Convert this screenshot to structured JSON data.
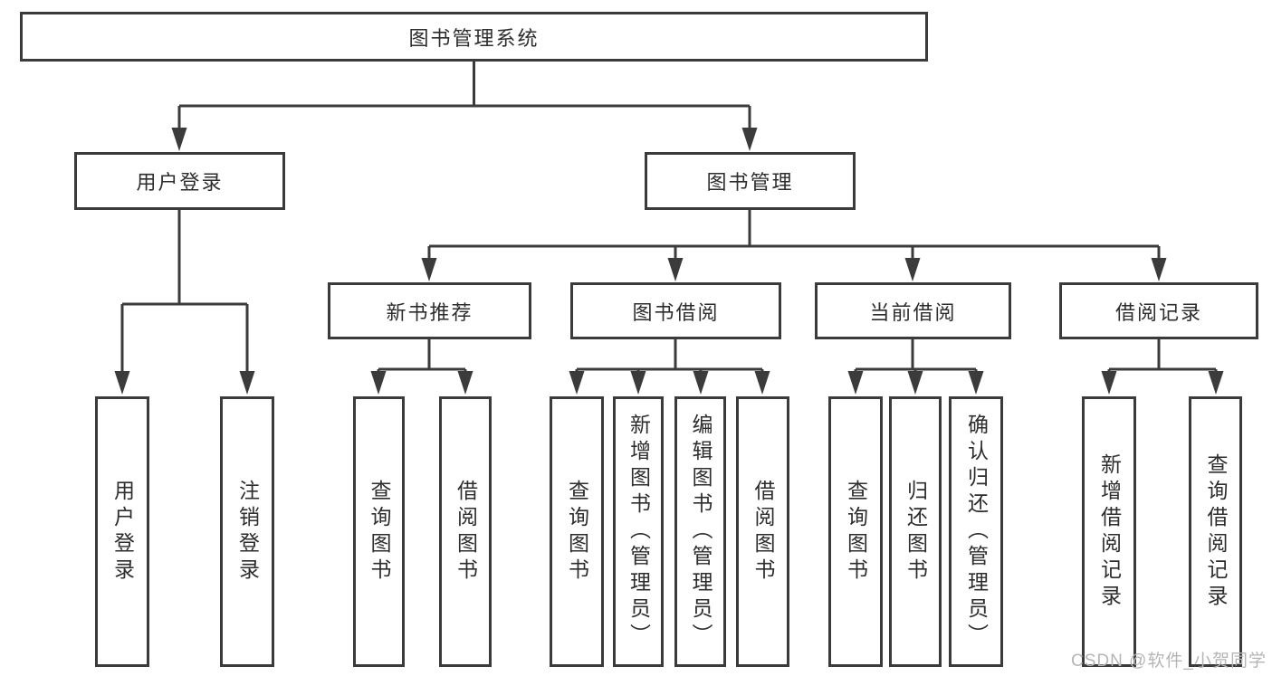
{
  "diagram_title": "图书管理系统",
  "tree": {
    "root": {
      "label": "图书管理系统",
      "children": [
        {
          "label": "用户登录",
          "children": [
            {
              "label": "用户登录"
            },
            {
              "label": "注销登录"
            }
          ]
        },
        {
          "label": "图书管理",
          "children": [
            {
              "label": "新书推荐",
              "children": [
                {
                  "label": "查询图书"
                },
                {
                  "label": "借阅图书"
                }
              ]
            },
            {
              "label": "图书借阅",
              "children": [
                {
                  "label": "查询图书"
                },
                {
                  "label": "新增图书（管理员）"
                },
                {
                  "label": "编辑图书（管理员）"
                },
                {
                  "label": "借阅图书"
                }
              ]
            },
            {
              "label": "当前借阅",
              "children": [
                {
                  "label": "查询图书"
                },
                {
                  "label": "归还图书"
                },
                {
                  "label": "确认归还（管理员）"
                }
              ]
            },
            {
              "label": "借阅记录",
              "children": [
                {
                  "label": "新增借阅记录"
                },
                {
                  "label": "查询借阅记录"
                }
              ]
            }
          ]
        }
      ]
    }
  },
  "watermark": {
    "text": "CSDN @软件_小贺同学"
  },
  "colors": {
    "line": "#3b3b3b",
    "box_border": "#3b3b3b",
    "text": "#2d2d2d",
    "watermark": "#b5b5b5",
    "background": "#ffffff"
  }
}
